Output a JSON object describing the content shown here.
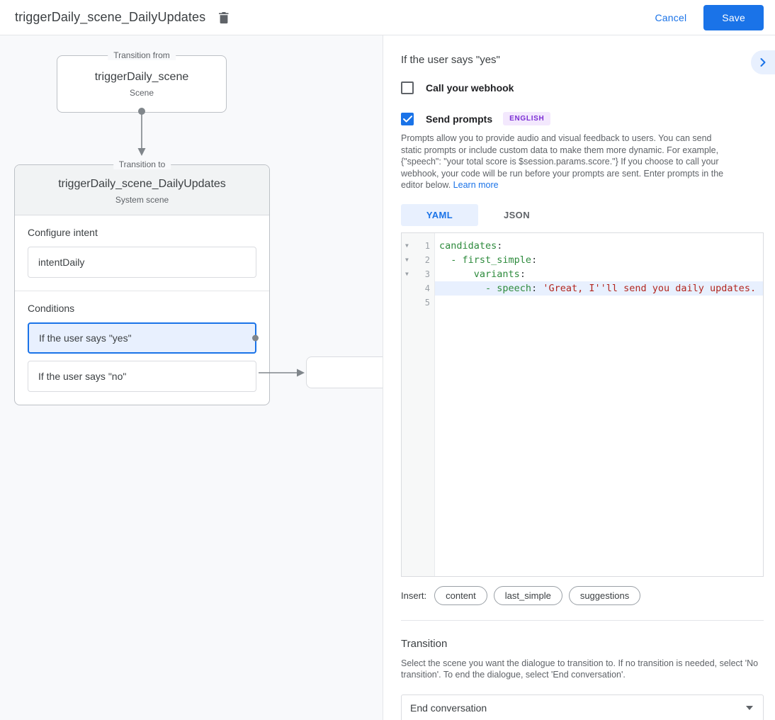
{
  "topbar": {
    "title": "triggerDaily_scene_DailyUpdates",
    "delete_icon": "trash-icon",
    "cancel_label": "Cancel",
    "save_label": "Save",
    "accent_color": "#1a73e8"
  },
  "canvas": {
    "from": {
      "legend": "Transition from",
      "title": "triggerDaily_scene",
      "subtitle": "Scene"
    },
    "to": {
      "legend": "Transition to",
      "title": "triggerDaily_scene_DailyUpdates",
      "subtitle": "System scene"
    },
    "intent": {
      "label": "Configure intent",
      "value": "intentDaily"
    },
    "conditions": {
      "label": "Conditions",
      "items": [
        {
          "label": "If the user says \"yes\"",
          "selected": true
        },
        {
          "label": "If the user says \"no\"",
          "selected": false
        }
      ]
    }
  },
  "panel": {
    "title": "If the user says \"yes\"",
    "collapse_icon": "chevron-right-icon",
    "webhook": {
      "label": "Call your webhook",
      "checked": false
    },
    "prompts": {
      "label": "Send prompts",
      "checked": true,
      "language_badge": "ENGLISH",
      "badge_bg": "#f3e8fd",
      "badge_color": "#7b2fd4",
      "description": "Prompts allow you to provide audio and visual feedback to users. You can send static prompts or include custom data to make them more dynamic. For example, {\"speech\": \"your total score is $session.params.score.\"} If you choose to call your webhook, your code will be run before your prompts are sent. Enter prompts in the editor below. ",
      "learn_more": "Learn more"
    },
    "editor": {
      "tabs": [
        {
          "label": "YAML",
          "active": true
        },
        {
          "label": "JSON",
          "active": false
        }
      ],
      "line_numbers": [
        "1",
        "2",
        "3",
        "4",
        "5"
      ],
      "fold_markers": [
        true,
        true,
        true,
        false,
        false
      ],
      "highlighted_line": 4,
      "lines": [
        {
          "num": "1",
          "key": "candidates",
          "punc": ":",
          "indent": "",
          "dash": "",
          "str": ""
        },
        {
          "num": "2",
          "key": "first_simple",
          "punc": ":",
          "indent": "  ",
          "dash": "- ",
          "str": ""
        },
        {
          "num": "3",
          "key": "variants",
          "punc": ":",
          "indent": "      ",
          "dash": "",
          "str": ""
        },
        {
          "num": "4",
          "key": "speech",
          "punc": ": ",
          "indent": "        ",
          "dash": "- ",
          "str": "'Great, I''ll send you daily updates."
        },
        {
          "num": "5",
          "key": "",
          "punc": "",
          "indent": "",
          "dash": "",
          "str": ""
        }
      ],
      "insert_label": "Insert:",
      "insert_chips": [
        "content",
        "last_simple",
        "suggestions"
      ]
    },
    "transition": {
      "title": "Transition",
      "description": "Select the scene you want the dialogue to transition to. If no transition is needed, select 'No transition'. To end the dialogue, select 'End conversation'.",
      "selected_value": "End conversation",
      "dropdown_icon": "chevron-down-icon"
    }
  }
}
